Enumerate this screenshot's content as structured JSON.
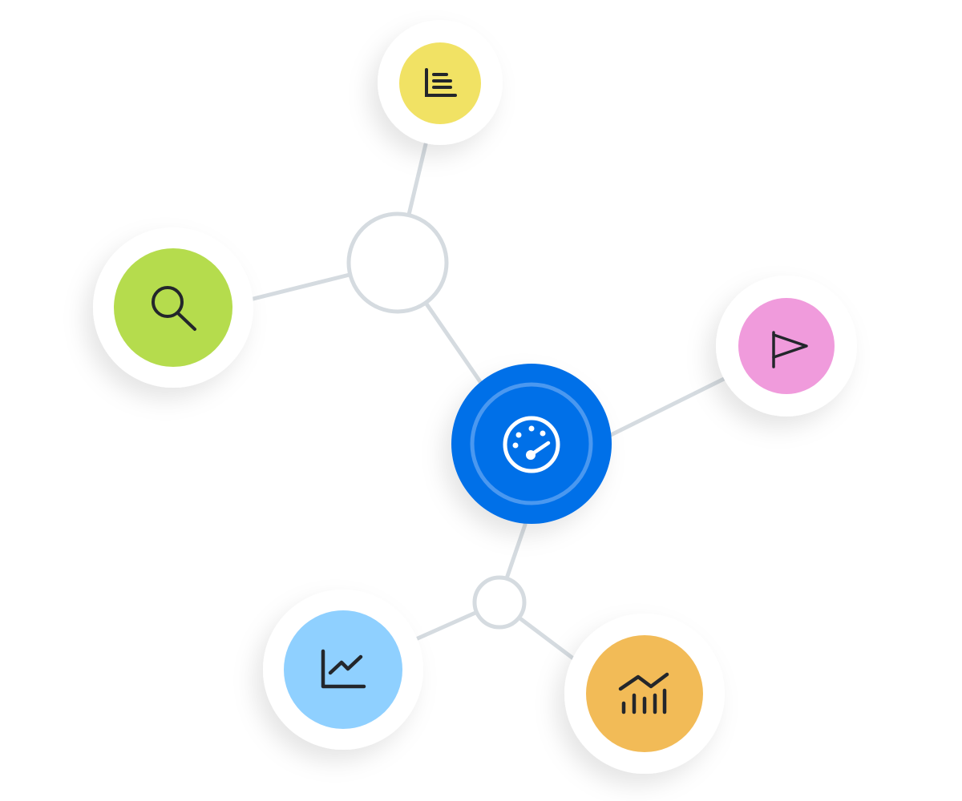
{
  "colors": {
    "connector": "#d5dbe0",
    "hub_fill": "#ffffff",
    "node_ring": "#ffffff",
    "center": "#006fe8",
    "center_ring": "#4a98f0",
    "icon_dark": "#23262b",
    "icon_light": "#ffffff"
  },
  "nodes": [
    {
      "id": "bar-list",
      "icon": "horizontal-bar-chart-icon",
      "color": "#f1e264"
    },
    {
      "id": "search",
      "icon": "search-icon",
      "color": "#b5dc4d"
    },
    {
      "id": "flag",
      "icon": "flag-icon",
      "color": "#f09bdc"
    },
    {
      "id": "dashboard",
      "icon": "gauge-icon",
      "color": "#006fe8"
    },
    {
      "id": "line-chart",
      "icon": "line-chart-icon",
      "color": "#8fd0ff"
    },
    {
      "id": "trend-bars",
      "icon": "trend-bar-chart-icon",
      "color": "#f2bb57"
    }
  ]
}
